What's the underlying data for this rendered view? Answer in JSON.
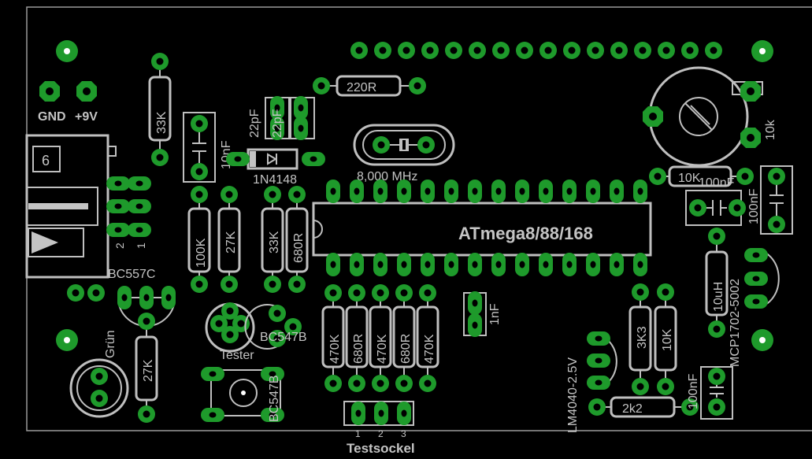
{
  "colors": {
    "background": "#000000",
    "copper": "#1e9a2b",
    "silk": "#c4c4c4"
  },
  "labels": {
    "gnd": "GND",
    "v9": "+9V",
    "r33k_top": "33K",
    "c10nf": "10nF",
    "c22pf": "22pF",
    "c22pf_b": "22pF",
    "r220": "220R",
    "crystal": "8,000 MHz",
    "diode": "1N4148",
    "pot": "10k",
    "r10k_top": "10K",
    "c100nf_a": "100nF",
    "c100nf_b": "100nF",
    "mcu": "ATmega8/88/168",
    "jack": "6",
    "pin2": "2",
    "pin1": "1",
    "bc557": "BC557C",
    "r100k": "100K",
    "r27k_a": "27K",
    "r33k_b": "33K",
    "r680_a": "680R",
    "tester": "Tester",
    "bc547_a": "BC547B",
    "bc547_b": "BC547B",
    "gruen": "Grün",
    "r27k_b": "27K",
    "r470_1": "470K",
    "r680_1": "680R",
    "r470_2": "470K",
    "r680_2": "680R",
    "r470_3": "470K",
    "c1nf": "1nF",
    "lm4040": "LM4040-2.5V",
    "r3k3": "3K3",
    "r10k_b": "10K",
    "r2k2": "2k2",
    "c100nf_c": "100nF",
    "l10uh": "10uH",
    "mcp": "MCP1702-5002",
    "tp1": "1",
    "tp2": "2",
    "tp3": "3",
    "testsockel": "Testsockel"
  }
}
